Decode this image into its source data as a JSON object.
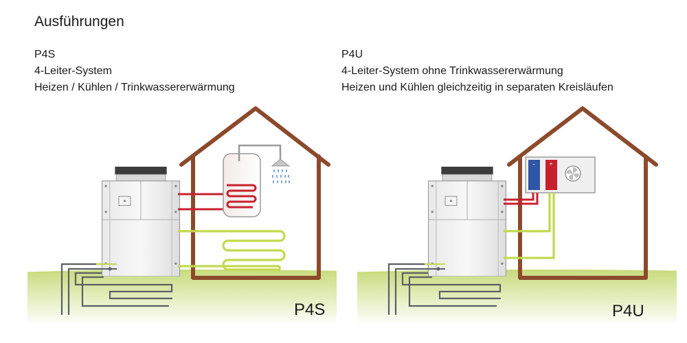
{
  "heading": "Ausführungen",
  "variants": [
    {
      "code": "P4S",
      "lines": [
        "P4S",
        "4-Leiter-System",
        "Heizen / Kühlen / Trinkwassererwärmung"
      ],
      "label": "P4S"
    },
    {
      "code": "P4U",
      "lines": [
        "P4U",
        "4-Leiter-System ohne Trinkwassererwärmung",
        "Heizen und Kühlen gleichzeitig in separaten Kreisläufen"
      ],
      "label": "P4U",
      "unit_symbols": {
        "cold": "-",
        "hot": "+"
      }
    }
  ],
  "colors": {
    "house_outline": "#8b4a2b",
    "hot_pipe": "#c8202e",
    "cold_pipe": "#2f55a5",
    "green_pipe": "#c2d94d",
    "ground_pipe": "#5a5f66",
    "ground": "#d6e59a"
  },
  "icons": [
    "heat-pump-unit-icon",
    "hot-water-tank-icon",
    "shower-icon",
    "floor-heating-icon",
    "fan-coil-icon",
    "ground-collector-icon"
  ]
}
